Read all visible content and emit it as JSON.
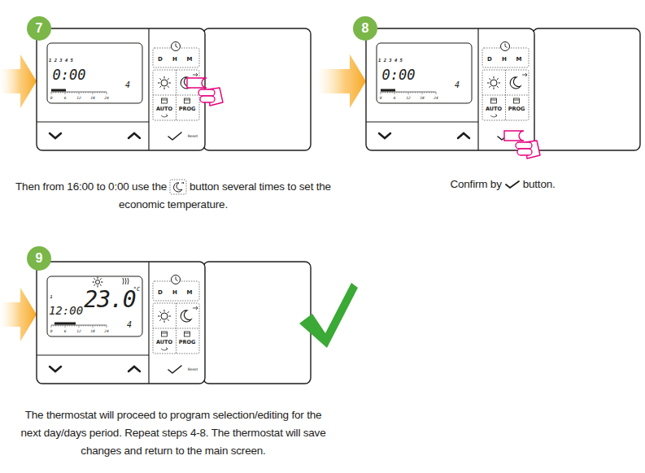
{
  "diagram": {
    "nodes": [
      {
        "text": [
          "7"
        ]
      },
      {
        "text": [
          "8"
        ]
      },
      {
        "text": [
          "9"
        ]
      }
    ],
    "labels": [
      "1 2 3 4 5",
      "0:00",
      "0",
      "6",
      "12",
      "18",
      "24",
      "4",
      "D",
      "H",
      "M",
      "AUTO",
      "PROG",
      "Reset",
      "Then from 16:00 to 0:00 use the",
      "button several times to set the economic temperature.",
      "1 2 3 4 5",
      "0:00",
      "0",
      "6",
      "12",
      "18",
      "24",
      "4",
      "D",
      "H",
      "M",
      "AUTO",
      "PROG",
      "Confirm by",
      "button.",
      "1",
      "12:00",
      "23.0",
      "°C",
      "0",
      "6",
      "12",
      "18",
      "24",
      "4",
      "D",
      "H",
      "M",
      "AUTO",
      "PROG",
      "Reset",
      "The thermostat will proceed to program selection/editing for the next day/days period. Repeat steps 4-8. The thermostat will save changes and return to the main screen."
    ]
  }
}
